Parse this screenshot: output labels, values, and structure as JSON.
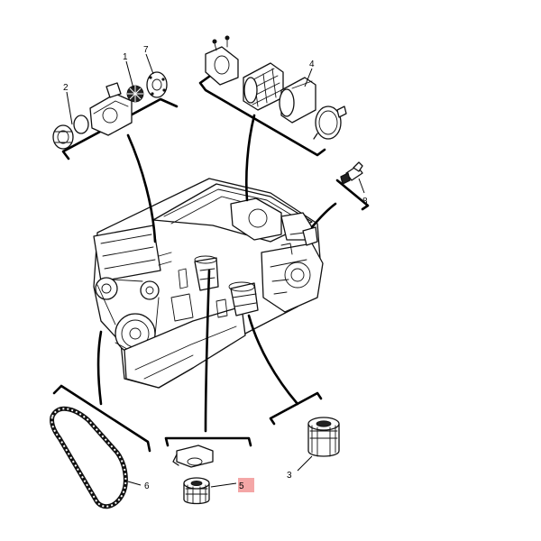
{
  "diagram": {
    "highlight_color": "#f4a6a6",
    "callouts": [
      {
        "id": "c1",
        "label": "1"
      },
      {
        "id": "c2",
        "label": "2"
      },
      {
        "id": "c3",
        "label": "3"
      },
      {
        "id": "c4",
        "label": "4"
      },
      {
        "id": "c5",
        "label": "5"
      },
      {
        "id": "c6",
        "label": "6"
      },
      {
        "id": "c7",
        "label": "7"
      },
      {
        "id": "c8",
        "label": "8"
      }
    ]
  }
}
